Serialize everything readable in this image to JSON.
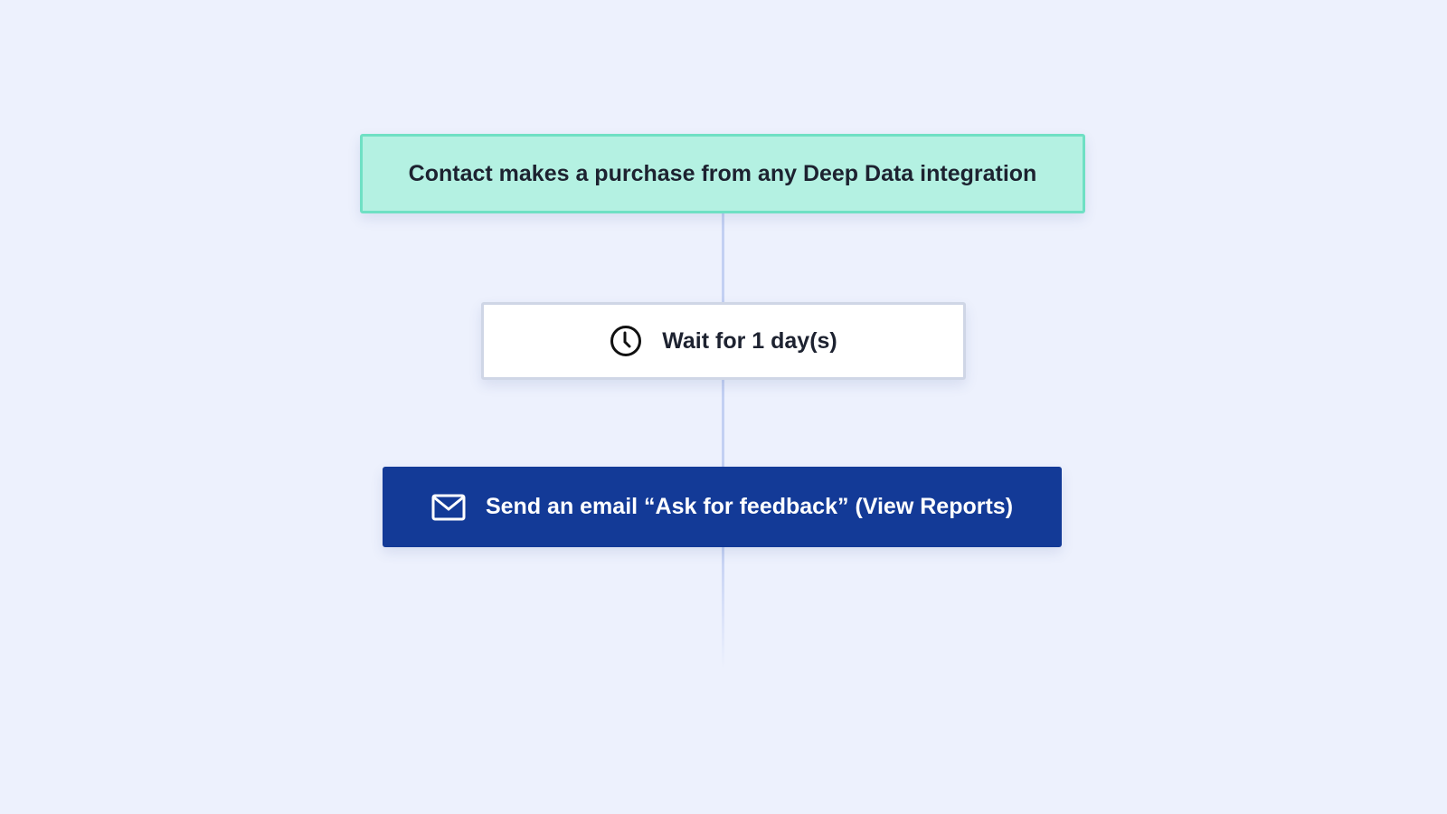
{
  "flow": {
    "trigger": {
      "label": "Contact makes a purchase from any Deep Data integration"
    },
    "wait": {
      "label": "Wait for 1 day(s)",
      "icon": "clock-icon"
    },
    "email": {
      "label": "Send an email “Ask for feedback” (View Reports)",
      "icon": "envelope-icon"
    }
  },
  "colors": {
    "background": "#edf1fd",
    "trigger": "#b4f1e2",
    "email": "#133a97",
    "connector": "#c3d0f3"
  }
}
